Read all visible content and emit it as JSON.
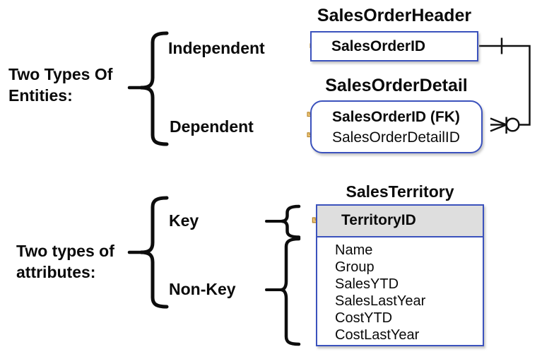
{
  "colors": {
    "entity_border_blue": "#3b52bd",
    "territory_header_gray": "#dedede",
    "key_gold_fill": "#ecc377",
    "key_gold_stroke": "#b5862c",
    "line_black": "#0d0d0d",
    "text_black": "#0a0a0a"
  },
  "sections": {
    "entities": {
      "heading_line1": "Two Types Of",
      "heading_line2": "Entities:",
      "independent_label": "Independent",
      "dependent_label": "Dependent"
    },
    "attributes": {
      "heading_line1": "Two types of",
      "heading_line2": "attributes:",
      "key_label": "Key",
      "non_key_label": "Non-Key"
    }
  },
  "entities": {
    "sales_order_header": {
      "title": "SalesOrderHeader",
      "attributes": [
        {
          "name": "SalesOrderID",
          "is_key": true
        }
      ]
    },
    "sales_order_detail": {
      "title": "SalesOrderDetail",
      "attributes": [
        {
          "name": "SalesOrderID (FK)",
          "is_key": true
        },
        {
          "name": "SalesOrderDetailID",
          "is_key": true
        }
      ]
    },
    "sales_territory": {
      "title": "SalesTerritory",
      "key_attributes": [
        {
          "name": "TerritoryID",
          "is_key": true
        }
      ],
      "non_key_attributes": [
        "Name",
        "Group",
        "SalesYTD",
        "SalesLastYear",
        "CostYTD",
        "CostLastYear"
      ]
    }
  },
  "relationship": {
    "parent_end_icon": "one-tick-icon",
    "child_end_icon": "zero-or-many-crow-foot-icon"
  },
  "icons": {
    "primary_key": "key-icon"
  }
}
